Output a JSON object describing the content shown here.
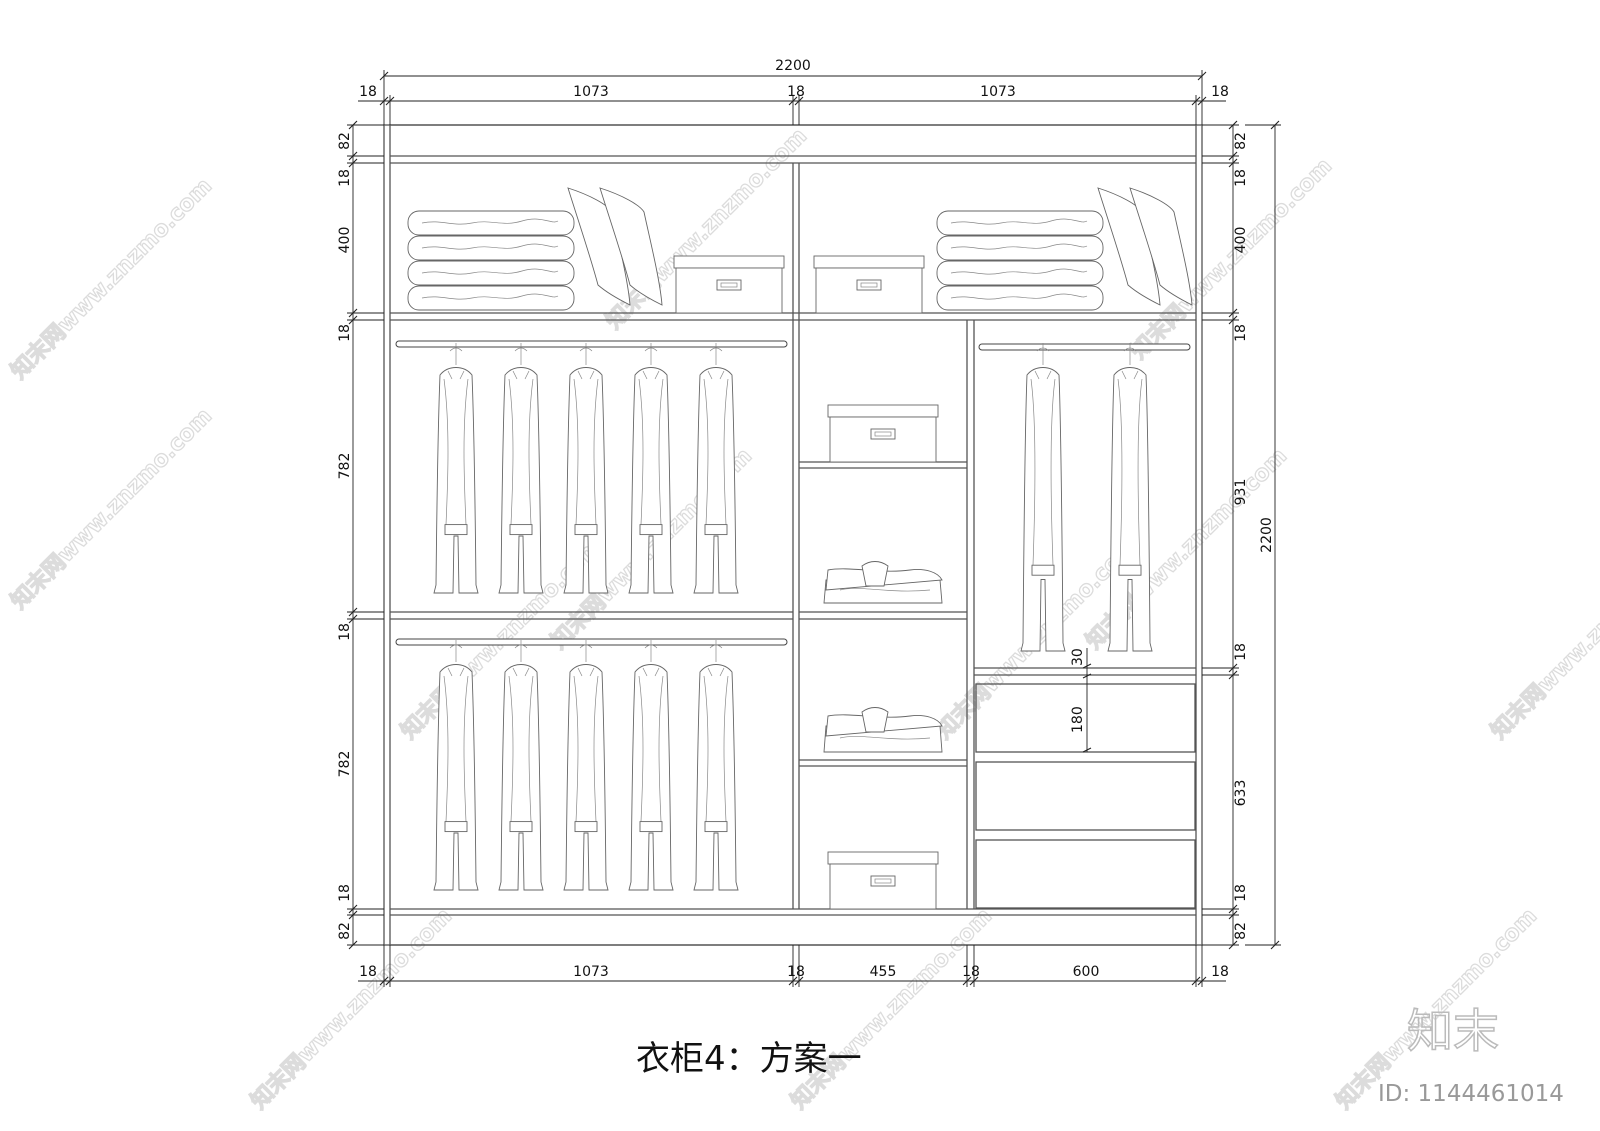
{
  "caption": "衣柜4：方案一",
  "logo": "知末",
  "id_label": "ID: 1144461014",
  "watermark": "知末网www.znzmo.com",
  "dims": {
    "top_total": "2200",
    "top_left_side": "18",
    "top_left_bay": "1073",
    "top_mid": "18",
    "top_right_bay": "1073",
    "top_right_side": "18",
    "bot_left_side": "18",
    "bot_left_bay": "1073",
    "bot_mid1": "18",
    "bot_shelf_bay": "455",
    "bot_mid2": "18",
    "bot_right_bay": "600",
    "bot_right_side": "18",
    "left_top_plinth": "82",
    "left_top_board": "18",
    "left_upper": "400",
    "left_shelf1": "18",
    "left_hang1": "782",
    "left_shelf2": "18",
    "left_hang2": "782",
    "left_bot_board": "18",
    "left_bot_plinth": "82",
    "right_top_plinth": "82",
    "right_top_board": "18",
    "right_upper": "400",
    "right_shelf1": "18",
    "right_hang": "931",
    "right_total": "2200",
    "right_shelf2": "18",
    "right_drawers": "633",
    "right_bot_board": "18",
    "right_bot_plinth": "82",
    "drawer_gap": "30",
    "drawer_height": "180"
  }
}
